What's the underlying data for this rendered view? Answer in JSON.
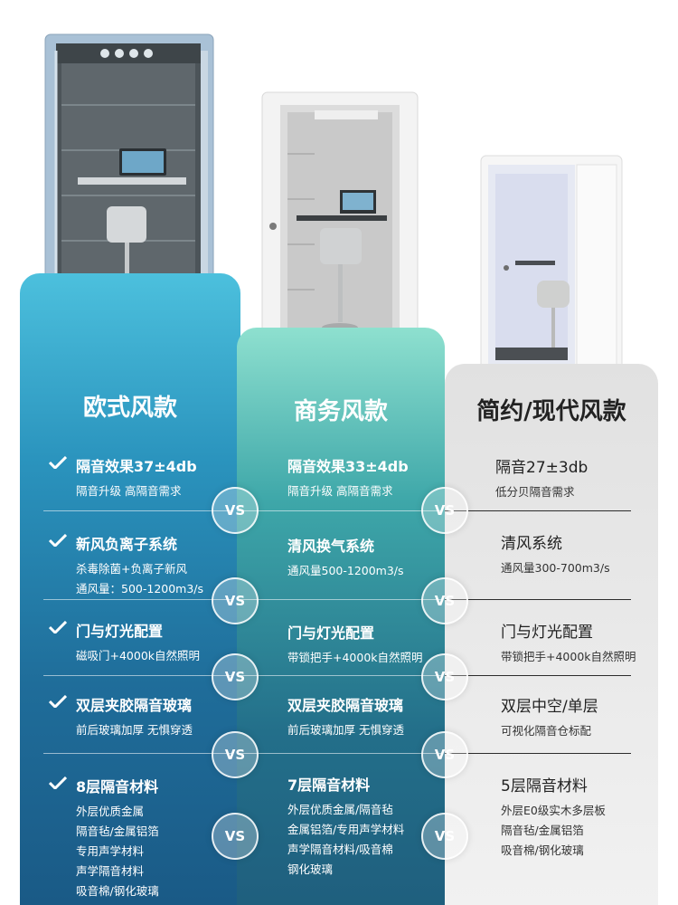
{
  "columns": [
    {
      "title": "欧式风款",
      "features": [
        {
          "title": "隔音效果37±4db",
          "lines": [
            "隔音升级 高隔音需求"
          ]
        },
        {
          "title": "新风负离子系统",
          "lines": [
            "杀毒除菌+负离子新风",
            "通风量：500-1200m3/s"
          ]
        },
        {
          "title": "门与灯光配置",
          "lines": [
            "磁吸门+4000k自然照明"
          ]
        },
        {
          "title": "双层夹胶隔音玻璃",
          "lines": [
            "前后玻璃加厚 无惧穿透"
          ]
        },
        {
          "title": "8层隔音材料",
          "lines": [
            "外层优质金属",
            "隔音毡/金属铝箔",
            "专用声学材料",
            "声学隔音材料",
            "吸音棉/钢化玻璃"
          ]
        }
      ]
    },
    {
      "title": "商务风款",
      "features": [
        {
          "title": "隔音效果33±4db",
          "lines": [
            "隔音升级 高隔音需求"
          ]
        },
        {
          "title": "清风换气系统",
          "lines": [
            "通风量500-1200m3/s"
          ]
        },
        {
          "title": "门与灯光配置",
          "lines": [
            "带锁把手+4000k自然照明"
          ]
        },
        {
          "title": "双层夹胶隔音玻璃",
          "lines": [
            "前后玻璃加厚 无惧穿透"
          ]
        },
        {
          "title": "7层隔音材料",
          "lines": [
            "外层优质金属/隔音毡",
            "金属铝箔/专用声学材料",
            "声学隔音材料/吸音棉",
            "钢化玻璃"
          ]
        }
      ]
    },
    {
      "title": "简约/现代风款",
      "features": [
        {
          "title": "隔音27±3db",
          "lines": [
            "低分贝隔音需求"
          ]
        },
        {
          "title": "清风系统",
          "lines": [
            "通风量300-700m3/s"
          ]
        },
        {
          "title": "门与灯光配置",
          "lines": [
            "带锁把手+4000k自然照明"
          ]
        },
        {
          "title": "双层中空/单层",
          "lines": [
            "可视化隔音仓标配"
          ]
        },
        {
          "title": "5层隔音材料",
          "lines": [
            "外层E0级实木多层板",
            "隔音毡/金属铝箔",
            "吸音棉/钢化玻璃"
          ]
        }
      ]
    }
  ],
  "vs_label": "VS",
  "icons": {
    "feature_marker": "check-icon"
  },
  "colors": {
    "col1_top": "#4cc0dd",
    "col1_bottom": "#1a5a86",
    "col2_top": "#8ee0cf",
    "col2_bottom": "#1f5f7e",
    "col3": "#e5e5e5"
  }
}
